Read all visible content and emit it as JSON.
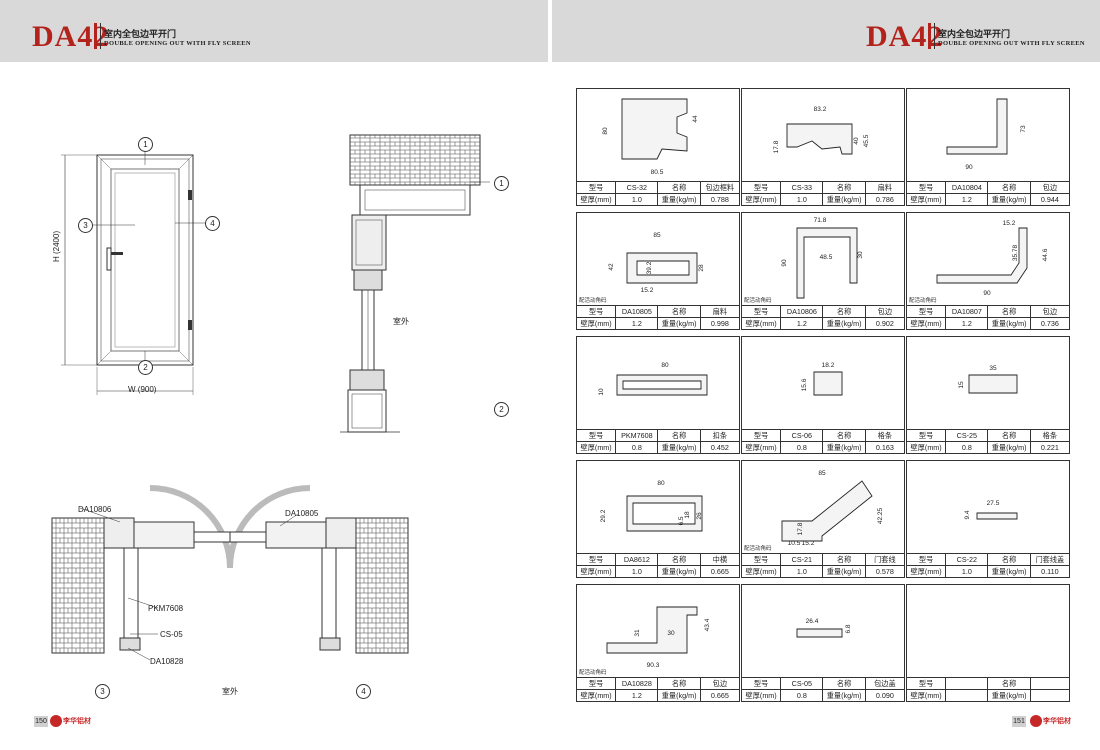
{
  "header": {
    "series": "DA42",
    "title_cn": "室内全包边平开门",
    "title_en": "DOUBLE OPENING OUT WITH FLY SCREEN"
  },
  "left_page": {
    "page_number": "150",
    "elevation": {
      "height_label": "H (2400)",
      "width_label": "W (900)",
      "markers": [
        "1",
        "2",
        "3",
        "4"
      ]
    },
    "section_vertical": {
      "outdoor_label": "室外",
      "markers": [
        "1",
        "2"
      ]
    },
    "section_horizontal": {
      "labels": [
        "DA10806",
        "DA10805",
        "PKM7608",
        "CS-05",
        "DA10828"
      ],
      "outdoor_label": "室外",
      "markers": [
        "3",
        "4"
      ]
    }
  },
  "right_page": {
    "page_number": "151",
    "corner_note": "配活动角码",
    "spec_labels": {
      "model": "型号",
      "name": "名称",
      "thickness": "壁厚(mm)",
      "weight": "重量(kg/m)"
    },
    "profiles": [
      {
        "model": "CS-32",
        "name": "包边框料",
        "thickness": "1.0",
        "weight": "0.788",
        "dims": [
          "80",
          "44",
          "80.5"
        ],
        "note": ""
      },
      {
        "model": "CS-33",
        "name": "扇料",
        "thickness": "1.0",
        "weight": "0.786",
        "dims": [
          "83.2",
          "17.8",
          "40",
          "45.5"
        ],
        "note": ""
      },
      {
        "model": "DA10804",
        "name": "包边",
        "thickness": "1.2",
        "weight": "0.944",
        "dims": [
          "73",
          "90"
        ],
        "note": ""
      },
      {
        "model": "DA10805",
        "name": "扇料",
        "thickness": "1.2",
        "weight": "0.998",
        "dims": [
          "85",
          "42",
          "39.2",
          "28",
          "15.2"
        ],
        "note": "配活动角码"
      },
      {
        "model": "DA10806",
        "name": "包边",
        "thickness": "1.2",
        "weight": "0.902",
        "dims": [
          "71.8",
          "90",
          "48.5",
          "30"
        ],
        "note": "配活动角码"
      },
      {
        "model": "DA10807",
        "name": "包边",
        "thickness": "1.2",
        "weight": "0.736",
        "dims": [
          "15.2",
          "35.78",
          "44.6",
          "90"
        ],
        "note": "配活动角码"
      },
      {
        "model": "PKM7608",
        "name": "扣条",
        "thickness": "0.8",
        "weight": "0.452",
        "dims": [
          "80",
          "10"
        ],
        "note": ""
      },
      {
        "model": "CS-06",
        "name": "格条",
        "thickness": "0.8",
        "weight": "0.163",
        "dims": [
          "18.2",
          "15.6"
        ],
        "note": ""
      },
      {
        "model": "CS-25",
        "name": "格条",
        "thickness": "0.8",
        "weight": "0.221",
        "dims": [
          "35",
          "15"
        ],
        "note": ""
      },
      {
        "model": "DA8612",
        "name": "中横",
        "thickness": "1.0",
        "weight": "0.665",
        "dims": [
          "80",
          "29.2",
          "18",
          "26",
          "6.5"
        ],
        "note": ""
      },
      {
        "model": "CS-21",
        "name": "门套线",
        "thickness": "1.0",
        "weight": "0.578",
        "dims": [
          "85",
          "17.8",
          "42.25",
          "10.5",
          "15.2"
        ],
        "note": "配活动角码"
      },
      {
        "model": "CS-22",
        "name": "门套线盖",
        "thickness": "1.0",
        "weight": "0.110",
        "dims": [
          "27.5",
          "9.4"
        ],
        "note": ""
      },
      {
        "model": "DA10828",
        "name": "包边",
        "thickness": "1.2",
        "weight": "0.665",
        "dims": [
          "31",
          "30",
          "43.4",
          "90.3"
        ],
        "note": "配活动角码"
      },
      {
        "model": "CS-05",
        "name": "包边盖",
        "thickness": "0.8",
        "weight": "0.090",
        "dims": [
          "26.4",
          "6.8"
        ],
        "note": ""
      },
      {
        "model": "",
        "name": "",
        "thickness": "",
        "weight": "",
        "dims": [],
        "note": ""
      }
    ]
  },
  "brand": {
    "logo_text": "李华铝材",
    "accent_color": "#b3231c"
  }
}
